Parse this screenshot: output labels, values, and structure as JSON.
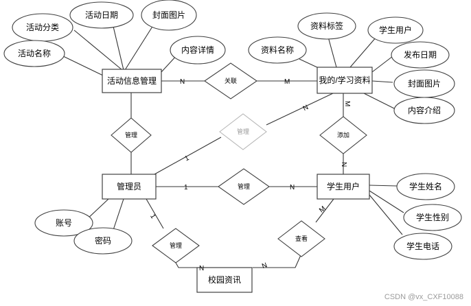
{
  "entities": {
    "activity": "活动信息管理",
    "material": "我的/学习资料",
    "admin": "管理员",
    "student": "学生用户",
    "news": "校园资讯"
  },
  "attributes": {
    "activity_category": "活动分类",
    "activity_date": "活动日期",
    "activity_cover": "封面图片",
    "activity_name": "活动名称",
    "activity_detail": "内容详情",
    "material_tag": "资料标签",
    "material_user": "学生用户",
    "material_name": "资料名称",
    "material_date": "发布日期",
    "material_cover": "封面图片",
    "material_intro": "内容介绍",
    "admin_account": "账号",
    "admin_password": "密码",
    "student_name": "学生姓名",
    "student_gender": "学生性别",
    "student_phone": "学生电话"
  },
  "relationships": {
    "link": "关联",
    "manage_activity": "管理",
    "manage_material": "管理",
    "manage_student": "管理",
    "manage_news": "管理",
    "add": "添加",
    "view": "查看"
  },
  "cardinalities": {
    "link_activity": "N",
    "link_material": "M",
    "add_material": "M",
    "add_student": "N",
    "admin_material_admin": "1",
    "admin_material_material": "N",
    "admin_student_admin": "1",
    "admin_student_student": "N",
    "admin_news_admin": "1",
    "admin_news_news": "N",
    "view_news": "N",
    "view_student": "M"
  },
  "watermark": "CSDN @vx_CXF10088"
}
